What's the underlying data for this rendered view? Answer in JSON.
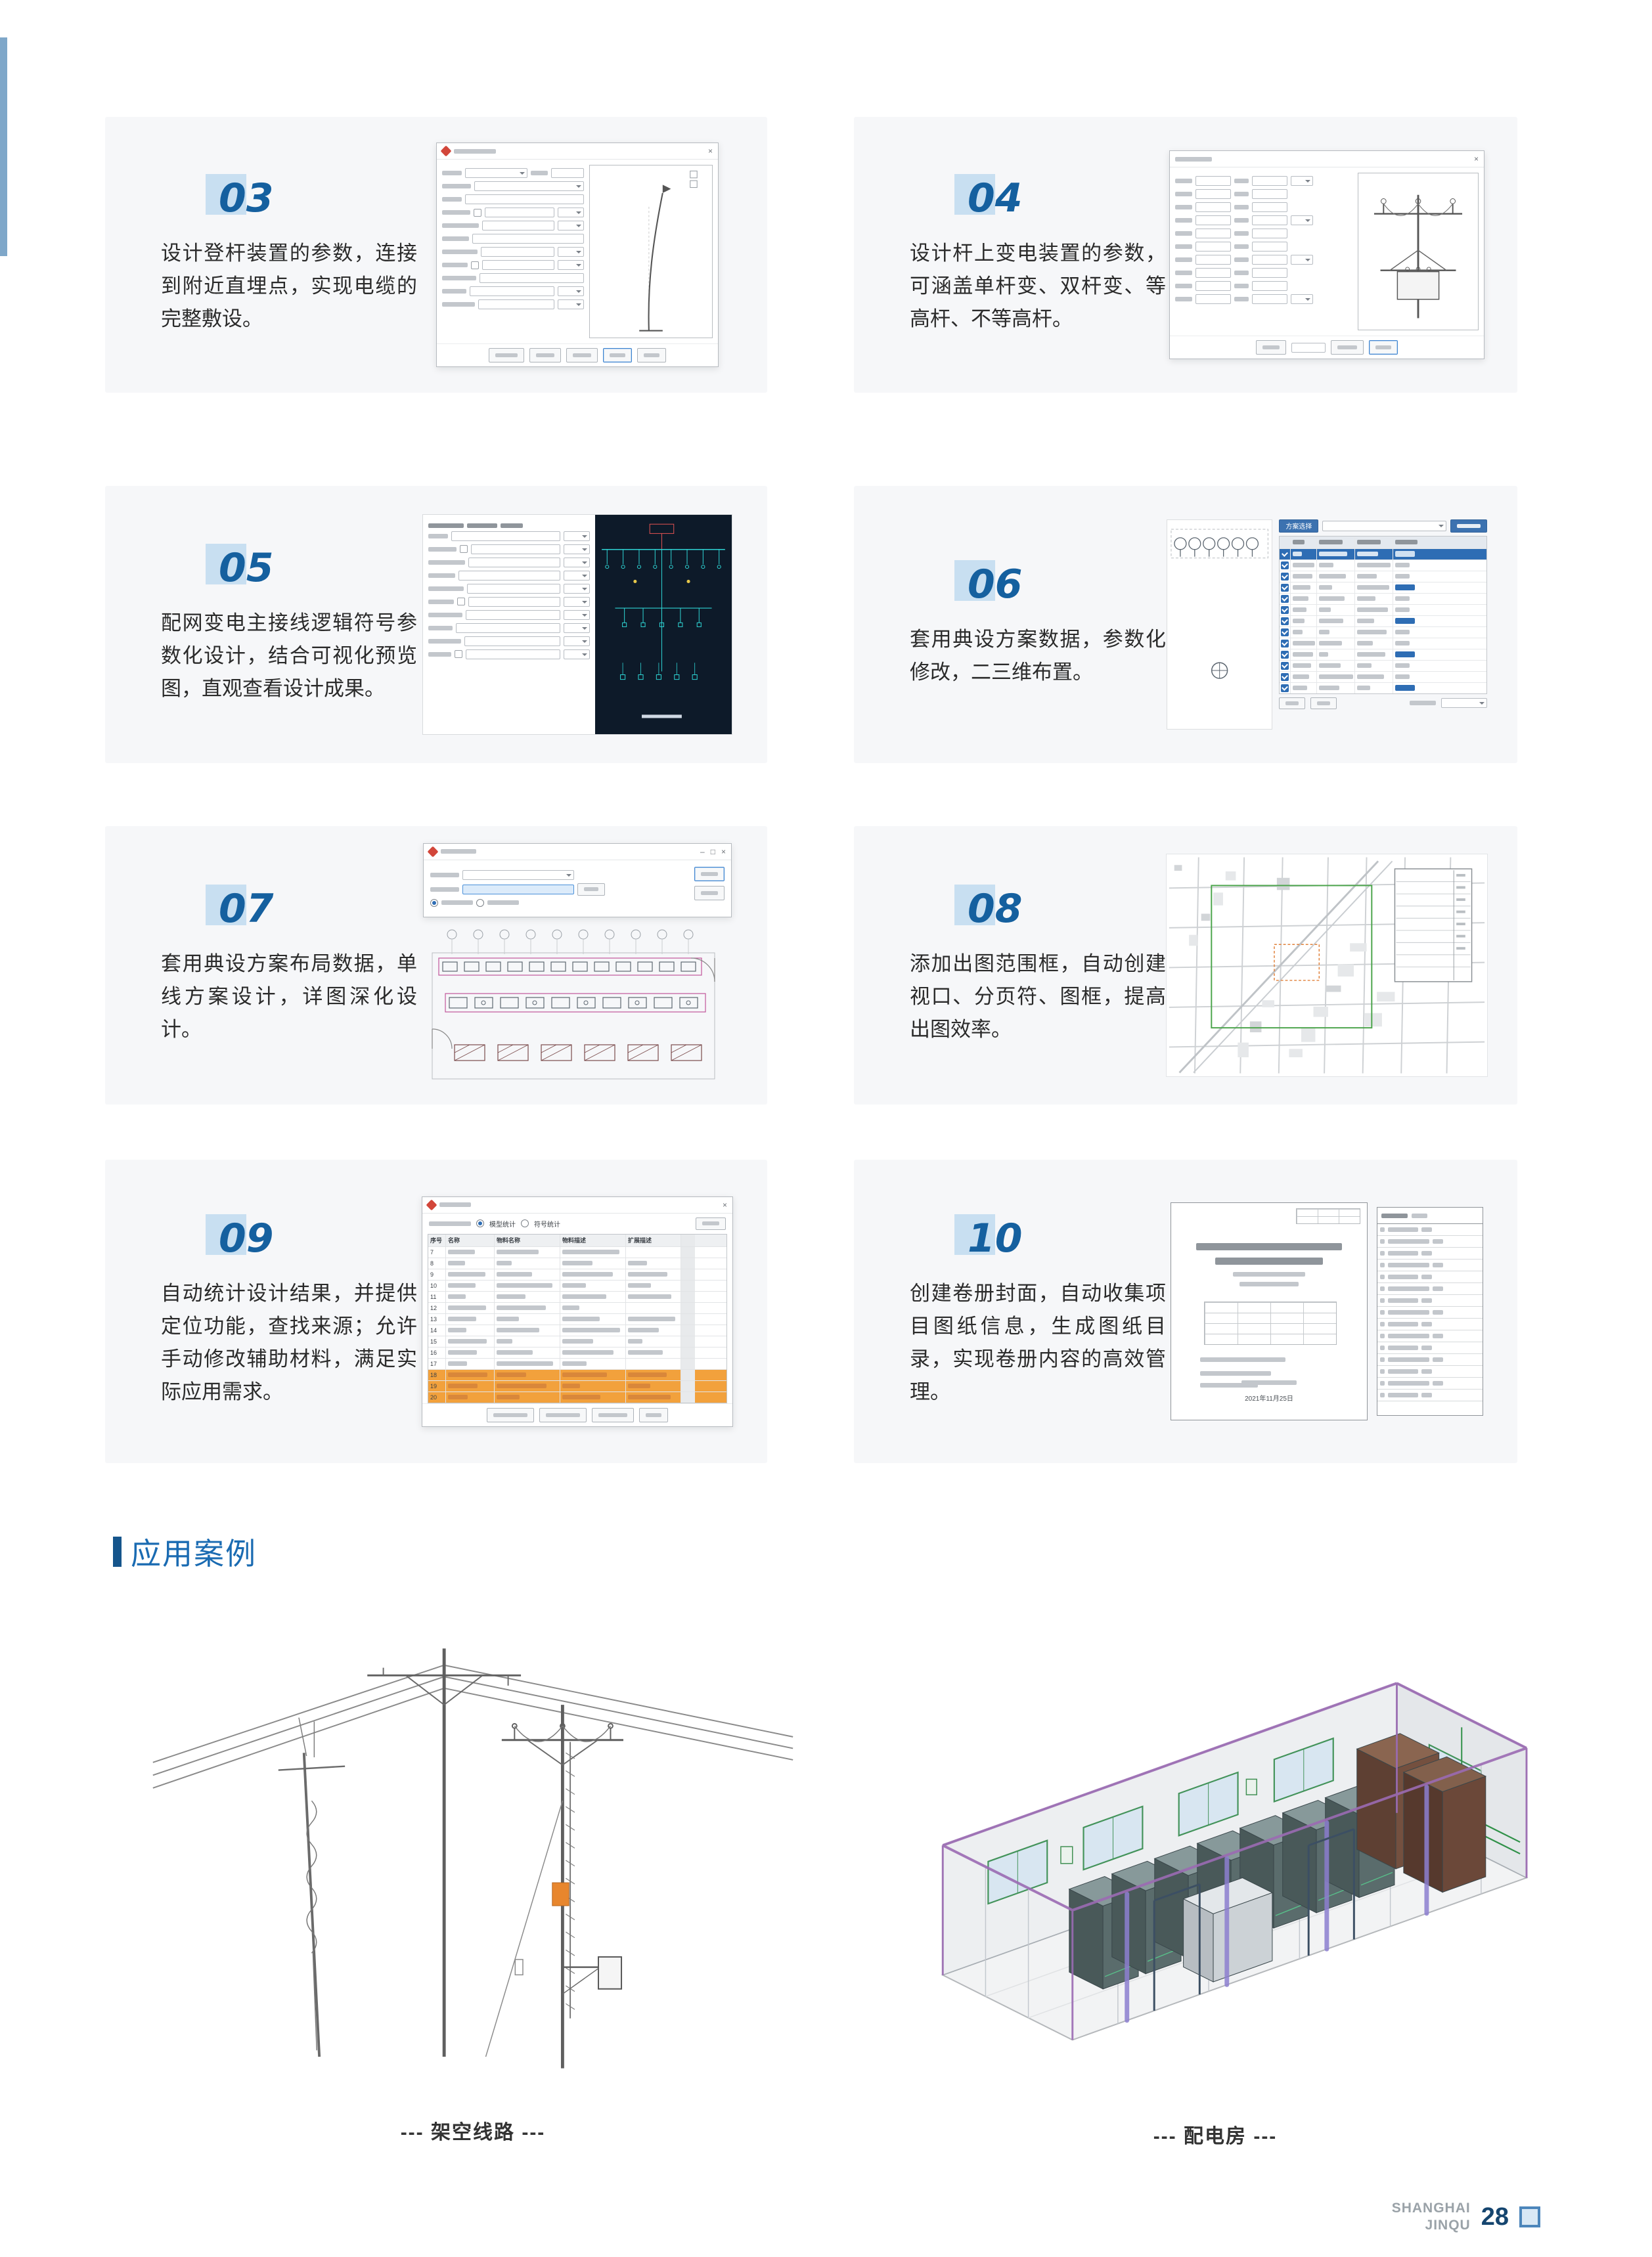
{
  "cards": [
    {
      "num": "03",
      "text": "设计登杆装置的参数，连接到附近直埋点，实现电缆的完整敷设。"
    },
    {
      "num": "04",
      "text": "设计杆上变电装置的参数，可涵盖单杆变、双杆变、等高杆、不等高杆。"
    },
    {
      "num": "05",
      "text": "配网变电主接线逻辑符号参数化设计，结合可视化预览图，直观查看设计成果。"
    },
    {
      "num": "06",
      "text": "套用典设方案数据，参数化修改，二三维布置。"
    },
    {
      "num": "07",
      "text": "套用典设方案布局数据，单线方案设计，详图深化设计。"
    },
    {
      "num": "08",
      "text": "添加出图范围框，自动创建视口、分页符、图框，提高出图效率。"
    },
    {
      "num": "09",
      "text": "自动统计设计结果，并提供定位功能，查找来源；允许手动修改辅助材料，满足实际应用需求。"
    },
    {
      "num": "10",
      "text": "创建卷册封面，自动收集项目图纸信息，生成图纸目录，实现卷册内容的高效管理。"
    }
  ],
  "section": {
    "title": "应用案例"
  },
  "captions": {
    "left": "--- 架空线路 ---",
    "right": "--- 配电房 ---"
  },
  "footer": {
    "brand_line1": "SHANGHAI",
    "brand_line2": "JINQU",
    "page_number": "28"
  },
  "icons": {
    "close": "×",
    "minimize": "–",
    "maximize": "□"
  },
  "colors": {
    "accent_blue": "#15609f",
    "number_square": "#c8dff1",
    "card_bg": "#f6f7f9",
    "orange_row": "#f2a13c",
    "edge_bar": "#7fa7c9"
  },
  "screenshots": {
    "scheme_panel": {
      "tab": "方案选择"
    },
    "stats_dialog": {
      "radio_model": "模型统计",
      "radio_symbol": "符号统计",
      "headers": [
        "序号",
        "名称",
        "物料名称",
        "物料描述",
        "扩展描述"
      ],
      "row_numbers": [
        "7",
        "8",
        "9",
        "10",
        "11",
        "12",
        "13",
        "14",
        "15",
        "16",
        "17",
        "18",
        "19",
        "20"
      ],
      "orange_rows": [
        "18",
        "19",
        "20"
      ]
    },
    "cover_page": {
      "date": "2021年11月25日"
    }
  }
}
